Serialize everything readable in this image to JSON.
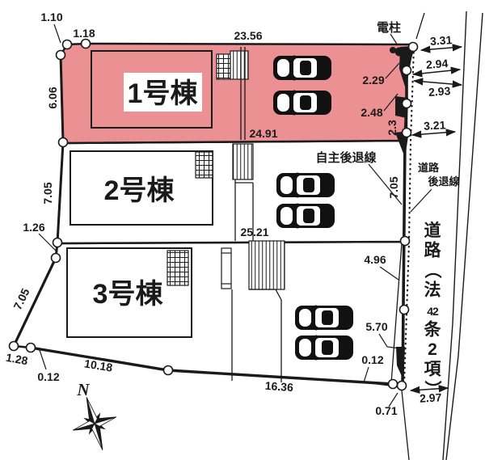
{
  "site_plan": {
    "buildings": [
      {
        "label": "1号棟"
      },
      {
        "label": "2号棟"
      },
      {
        "label": "3号棟"
      }
    ],
    "annotations": {
      "utility_pole": "電柱",
      "self_setback_line": "自主後退線",
      "road_setback_line_line1": "道路",
      "road_setback_line_line2": "後退線",
      "road_name_chars": [
        "道",
        "路",
        "（",
        "法",
        "42",
        "条",
        "2",
        "項",
        "）"
      ],
      "north_label": "N"
    },
    "dimensions": {
      "top_left_a": "1.10",
      "top_left_b": "1.18",
      "lot1_top_width": "23.56",
      "lot1_left_edge": "6.06",
      "road_width_top": "3.31",
      "road_width_mid_a": "2.94",
      "road_width_mid_b": "2.93",
      "pole_offset_a": "2.29",
      "pole_offset_b": "2.48",
      "right_edge_small": "2.3",
      "road_width_lower": "3.21",
      "lot1_bottom_width": "24.91",
      "lot2_left_edge": "7.05",
      "lot2_right_edge": "7.05",
      "left_jog": "1.26",
      "lot2_bottom_width": "25.21",
      "lot3_right_upper": "4.96",
      "lot3_left_slant": "7.05",
      "lot3_right_lower": "5.70",
      "corner_offset_right": "0.12",
      "corner_gap": "0.71",
      "road_width_bottom": "2.97",
      "lot3_bottom_right": "16.36",
      "lot3_bottom_left": "10.18",
      "corner_offset_left": "0.12",
      "corner_left": "1.28"
    },
    "colors": {
      "lot1_fill": "#ec9193",
      "line": "#1a1a1a",
      "background": "#ffffff"
    }
  }
}
